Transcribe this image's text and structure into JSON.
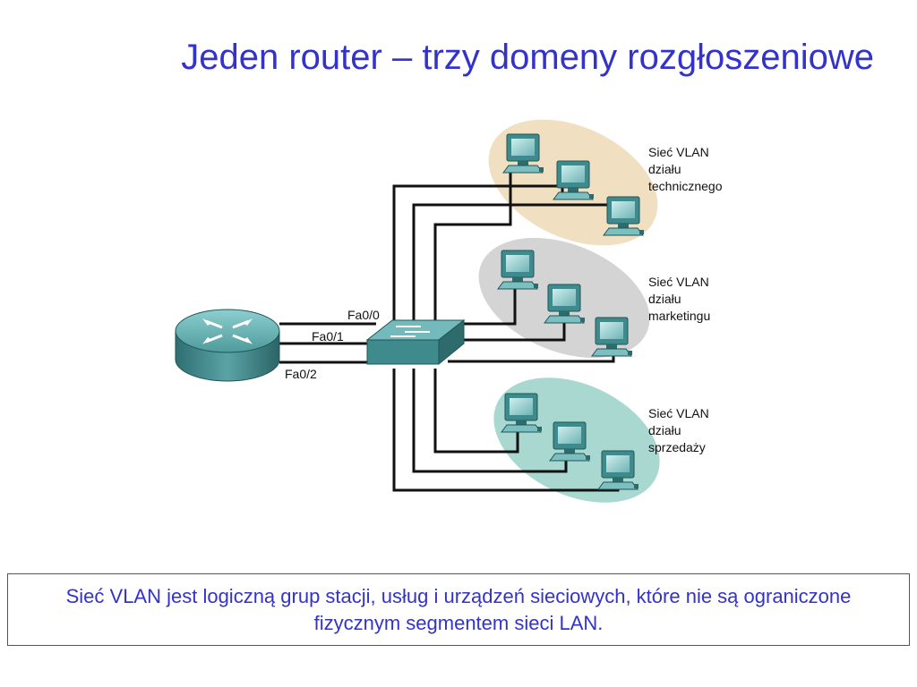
{
  "title": "Jeden router – trzy domeny rozgłoszeniowe",
  "ports": [
    "Fa0/0",
    "Fa0/1",
    "Fa0/2"
  ],
  "vlans": [
    {
      "lines": [
        "Sieć VLAN",
        "działu",
        "technicznego"
      ],
      "color": "#f0dfc0"
    },
    {
      "lines": [
        "Sieć VLAN",
        "działu",
        "marketingu"
      ],
      "color": "#d4d4d4"
    },
    {
      "lines": [
        "Sieć VLAN",
        "działu",
        "sprzedaży"
      ],
      "color": "#a9d8d0"
    }
  ],
  "caption": "Sieć VLAN jest logiczną grup stacji, usług i urządzeń sieciowych, które nie są ograniczone fizycznym segmentem sieci LAN.",
  "colors": {
    "title": "#3333cc",
    "device": "#3f8a8c",
    "wire": "#111111"
  }
}
